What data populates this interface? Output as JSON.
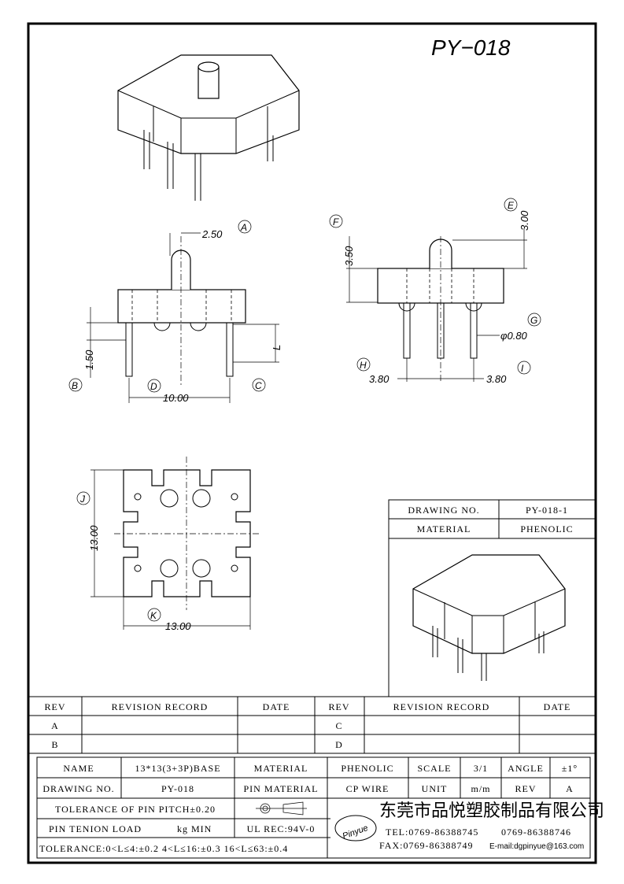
{
  "title": "PY−018",
  "dimensions": {
    "a_label": "A",
    "a_value": "2.50",
    "b_label": "B",
    "b_value": "1.50",
    "c_label": "C",
    "l_value": "L",
    "d_label": "D",
    "d_value": "10.00",
    "e_label": "E",
    "e_value": "3.00",
    "f_label": "F",
    "f_value": "3.50",
    "g_label": "G",
    "g_value": "φ0.80",
    "h_label": "H",
    "h_value": "3.80",
    "i_label": "I",
    "i_value": "3.80",
    "j_label": "J",
    "j_value": "13.00",
    "k_label": "K",
    "k_value": "13.00"
  },
  "sub_table": {
    "drawing_no_label": "DRAWING NO.",
    "drawing_no": "PY-018-1",
    "material_label": "MATERIAL",
    "material": "PHENOLIC"
  },
  "revision": {
    "headers": [
      "REV",
      "REVISION RECORD",
      "DATE",
      "REV",
      "REVISION RECORD",
      "DATE"
    ],
    "rows": [
      [
        "A",
        "",
        "",
        "C",
        "",
        ""
      ],
      [
        "B",
        "",
        "",
        "D",
        "",
        ""
      ]
    ]
  },
  "title_block": {
    "name_label": "NAME",
    "name": "13*13(3+3P)BASE",
    "material_label": "MATERIAL",
    "material": "PHENOLIC",
    "scale_label": "SCALE",
    "scale": "3/1",
    "angle_label": "ANGLE",
    "angle": "±1°",
    "drawing_no_label": "DRAWING NO.",
    "drawing_no": "PY-018",
    "pin_material_label": "PIN MATERIAL",
    "pin_material": "CP WIRE",
    "unit_label": "UNIT",
    "unit": "m/m",
    "rev_label": "REV",
    "rev": "A",
    "pitch_tol": "TOLERANCE OF PIN PITCH±0.20",
    "tension": "PIN TENION LOAD",
    "tension_unit": "kg MIN",
    "ul": "UL REC:94V-0",
    "tolerance": "TOLERANCE:0<L≤4:±0.2  4<L≤16:±0.3  16<L≤63:±0.4",
    "logo": "Pinyue",
    "company": "东莞市品悦塑胶制品有限公司",
    "tel": "TEL:0769-86388745",
    "tel2": "0769-86388746",
    "fax": "FAX:0769-86388749",
    "email": "E-mail:dgpinyue@163.com"
  }
}
